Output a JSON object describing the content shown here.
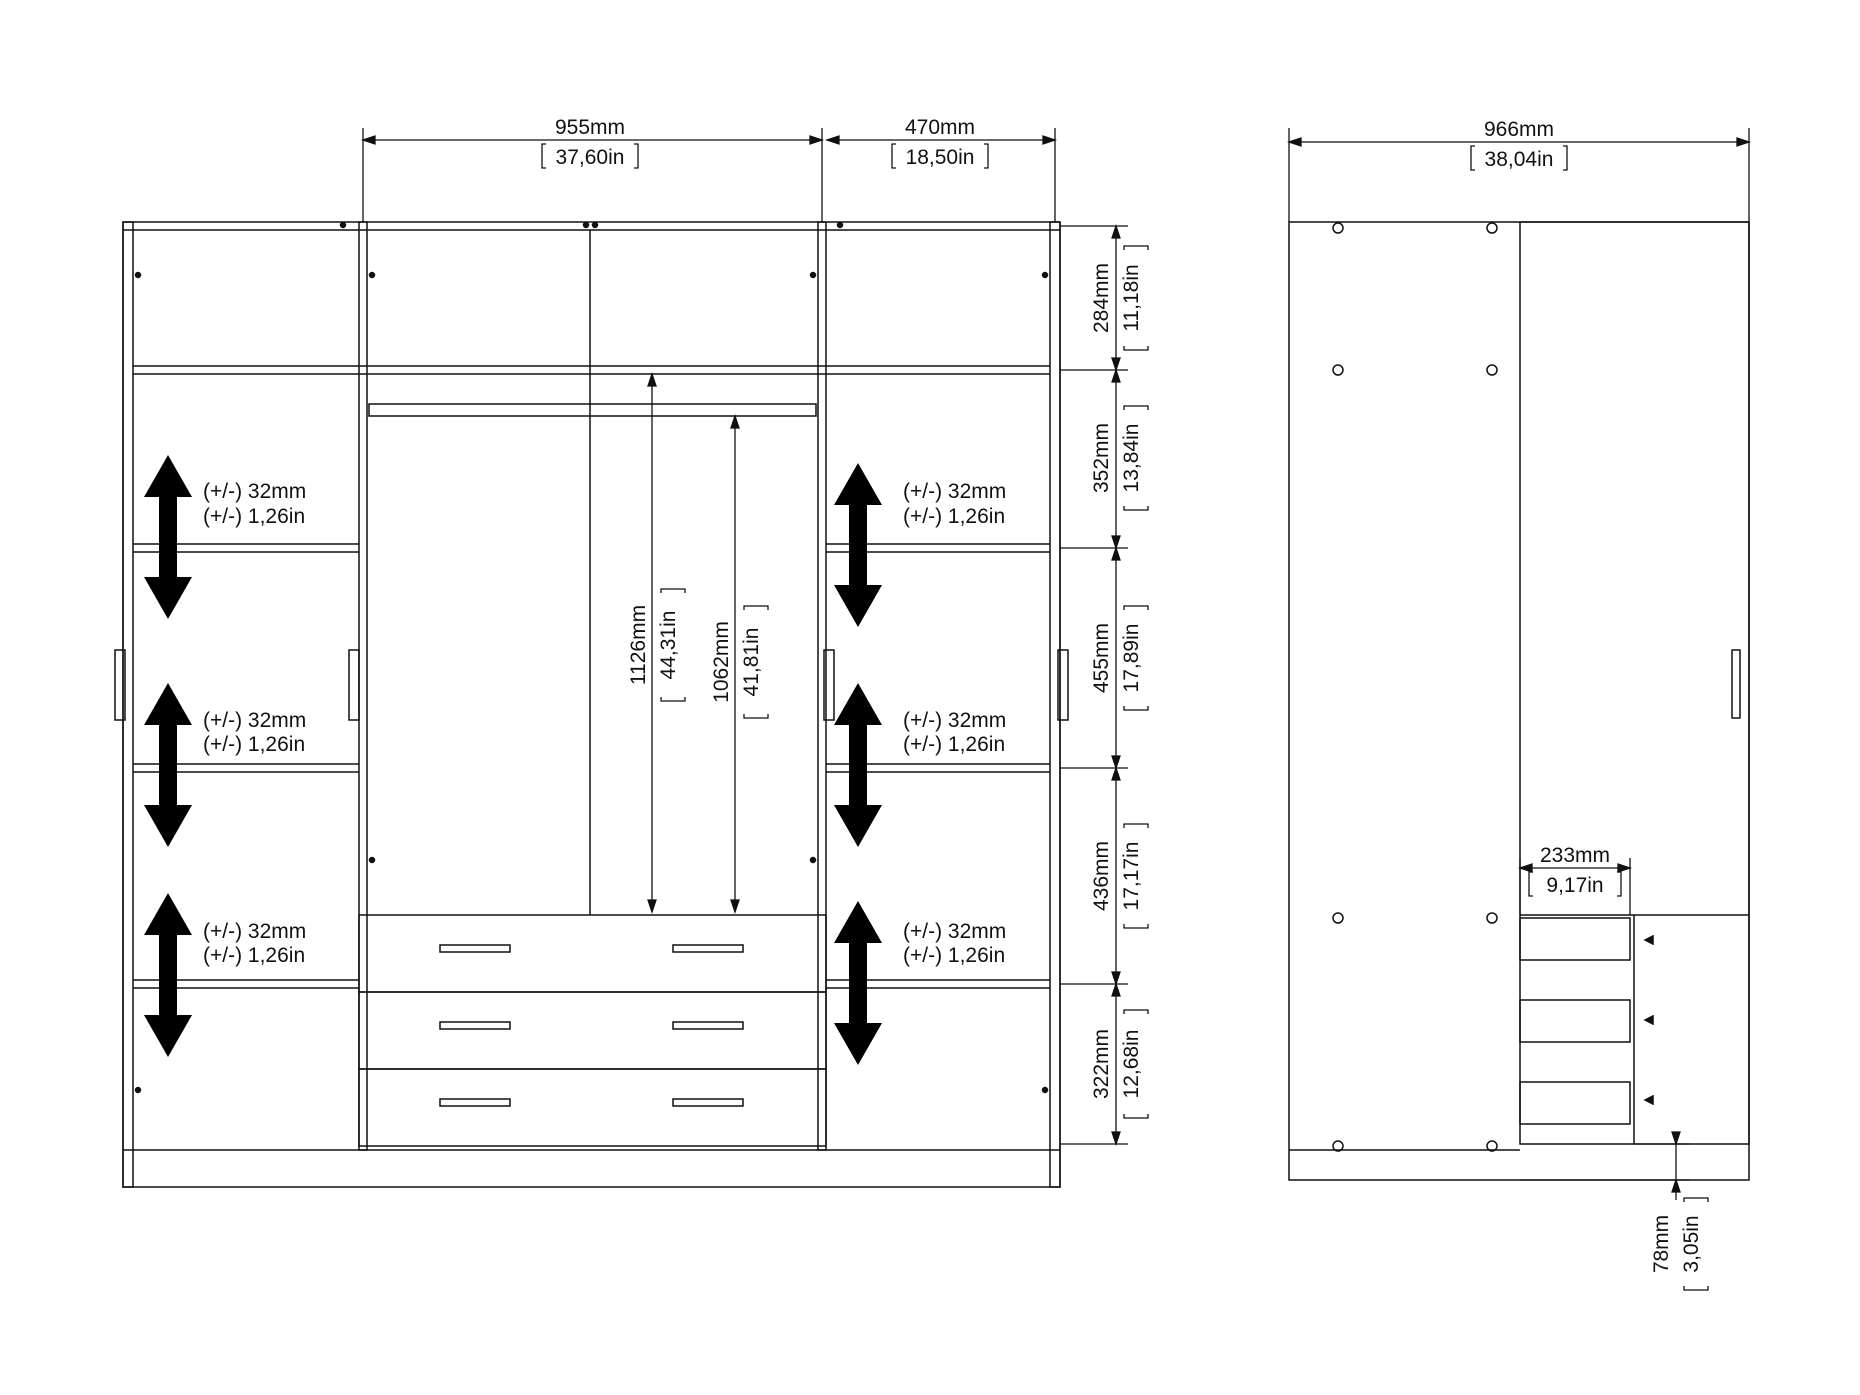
{
  "colors": {
    "line": "#111111",
    "background": "#ffffff",
    "arrow": "#000000"
  },
  "front_view": {
    "top_dims": [
      {
        "mm": "955mm",
        "in": "37,60in"
      },
      {
        "mm": "470mm",
        "in": "18,50in"
      }
    ],
    "right_dims": [
      {
        "mm": "284mm",
        "in": "11,18in"
      },
      {
        "mm": "352mm",
        "in": "13,84in"
      },
      {
        "mm": "455mm",
        "in": "17,89in"
      },
      {
        "mm": "436mm",
        "in": "17,17in"
      },
      {
        "mm": "322mm",
        "in": "12,68in"
      }
    ],
    "inner_dims": [
      {
        "mm": "1126mm",
        "in": "44,31in"
      },
      {
        "mm": "1062mm",
        "in": "41,81in"
      }
    ],
    "adjust_label": {
      "mm": "(+/-) 32mm",
      "in": "(+/-) 1,26in"
    },
    "adjust_arrow_count": 6
  },
  "side_view": {
    "width_dim": {
      "mm": "966mm",
      "in": "38,04in"
    },
    "drawer_dim": {
      "mm": "233mm",
      "in": "9,17in"
    },
    "base_dim": {
      "mm": "78mm",
      "in": "3,05in"
    }
  }
}
